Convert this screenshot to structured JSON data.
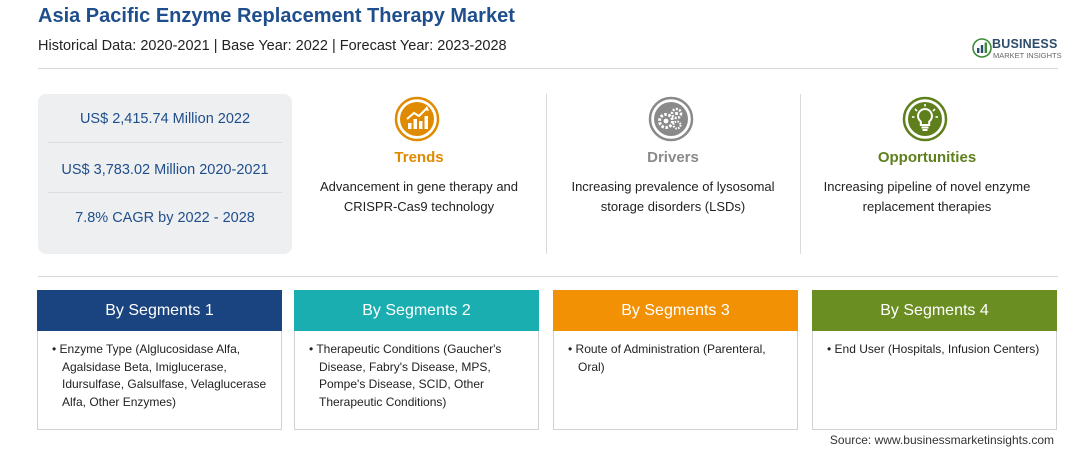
{
  "header": {
    "title": "Asia Pacific Enzyme Replacement Therapy Market",
    "subtitle": "Historical Data: 2020-2021 | Base Year: 2022 | Forecast Year: 2023-2028"
  },
  "logo": {
    "name": "BUSINESS",
    "tagline": "MARKET INSIGHTS"
  },
  "stats": [
    "US$ 2,415.74 Million 2022",
    "US$ 3,783.02 Million 2020-2021",
    "7.8% CAGR by 2022 - 2028"
  ],
  "columns": [
    {
      "heading": "Trends",
      "text": "Advancement in gene therapy and CRISPR-Cas9 technology",
      "color": "#e08a00",
      "icon": "rising-chart-icon"
    },
    {
      "heading": "Drivers",
      "text": "Increasing prevalence of lysosomal storage disorders (LSDs)",
      "color": "#8a8a8a",
      "icon": "gears-icon"
    },
    {
      "heading": "Opportunities",
      "text": "Increasing pipeline of novel enzyme replacement therapies",
      "color": "#5e7f1c",
      "icon": "lightbulb-icon"
    }
  ],
  "segments": [
    {
      "title": "By Segments 1",
      "color": "#1a4480",
      "item": "Enzyme Type (Alglucosidase Alfa, Agalsidase Beta, Imiglucerase, Idursulfase, Galsulfase, Velaglucerase Alfa, Other Enzymes)"
    },
    {
      "title": "By Segments 2",
      "color": "#1aaeb1",
      "item": "Therapeutic Conditions (Gaucher's Disease, Fabry's Disease, MPS, Pompe's Disease, SCID, Other Therapeutic Conditions)"
    },
    {
      "title": "By Segments 3",
      "color": "#f29104",
      "item": "Route of Administration (Parenteral, Oral)"
    },
    {
      "title": "By Segments 4",
      "color": "#6b8e23",
      "item": "End User (Hospitals, Infusion Centers)"
    }
  ],
  "source": "Source: www.businessmarketinsights.com"
}
